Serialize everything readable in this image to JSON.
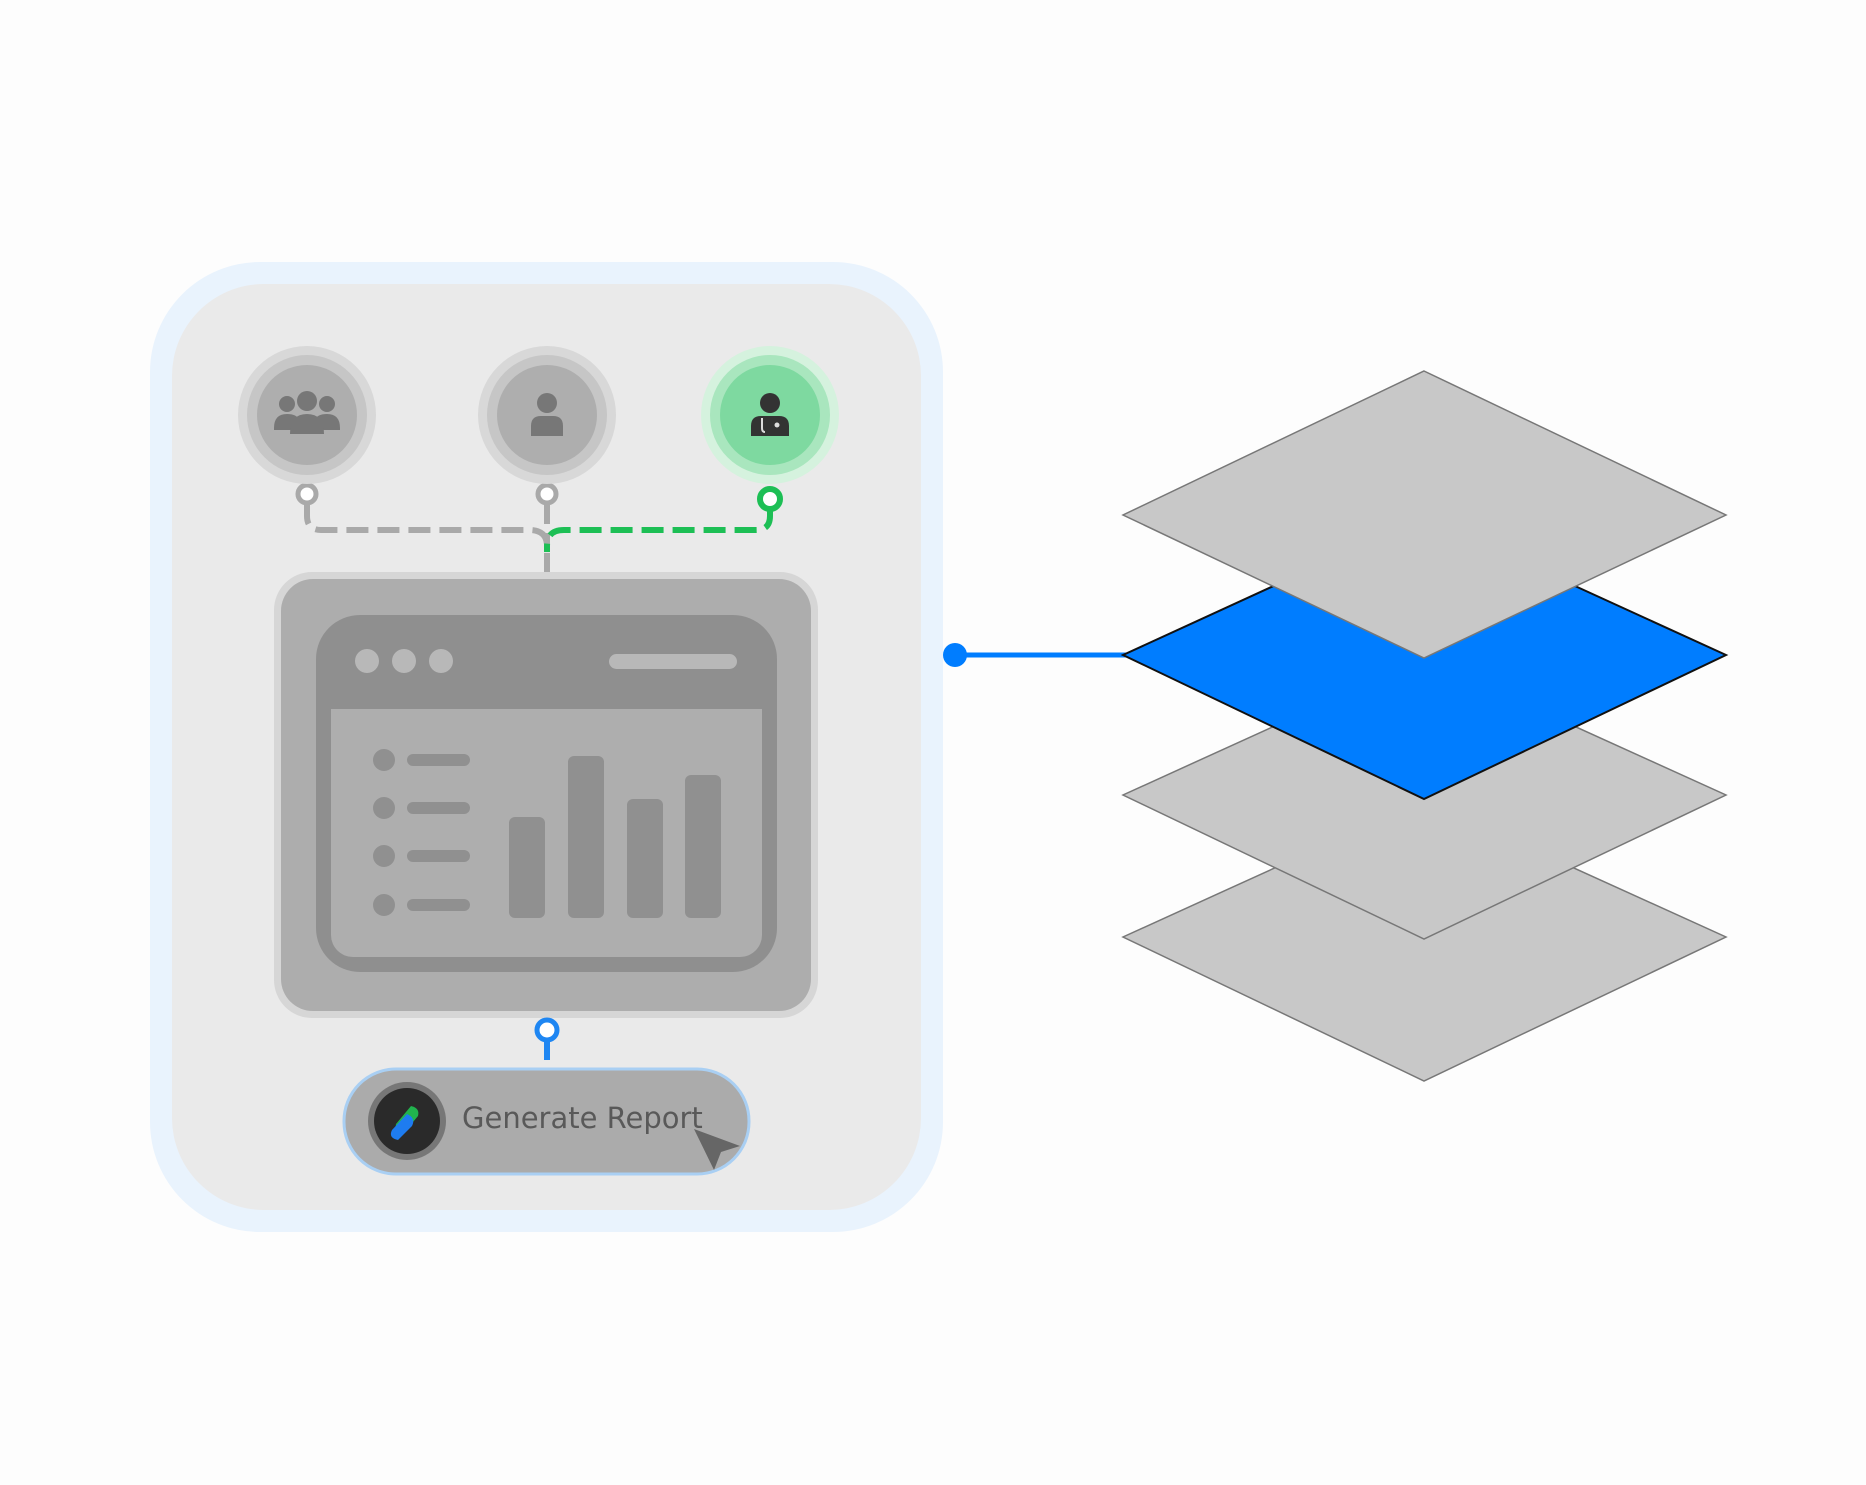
{
  "button": {
    "label": "Generate Report"
  },
  "roles": [
    {
      "name": "group",
      "icon": "user-group-icon",
      "active": false
    },
    {
      "name": "user",
      "icon": "user-icon",
      "active": false
    },
    {
      "name": "doctor",
      "icon": "doctor-icon",
      "active": true
    }
  ],
  "layers": {
    "count": 4,
    "highlighted_index": 1
  },
  "colors": {
    "accent_blue": "#007DFF",
    "accent_green": "#1DBF55",
    "active_role_bg": "#7ED9A0",
    "inactive_gray": "#A9A9A9",
    "panel_bg": "#EAEAEA",
    "panel_border": "#E9F3FD",
    "layer_gray": "#C8C8C8"
  }
}
